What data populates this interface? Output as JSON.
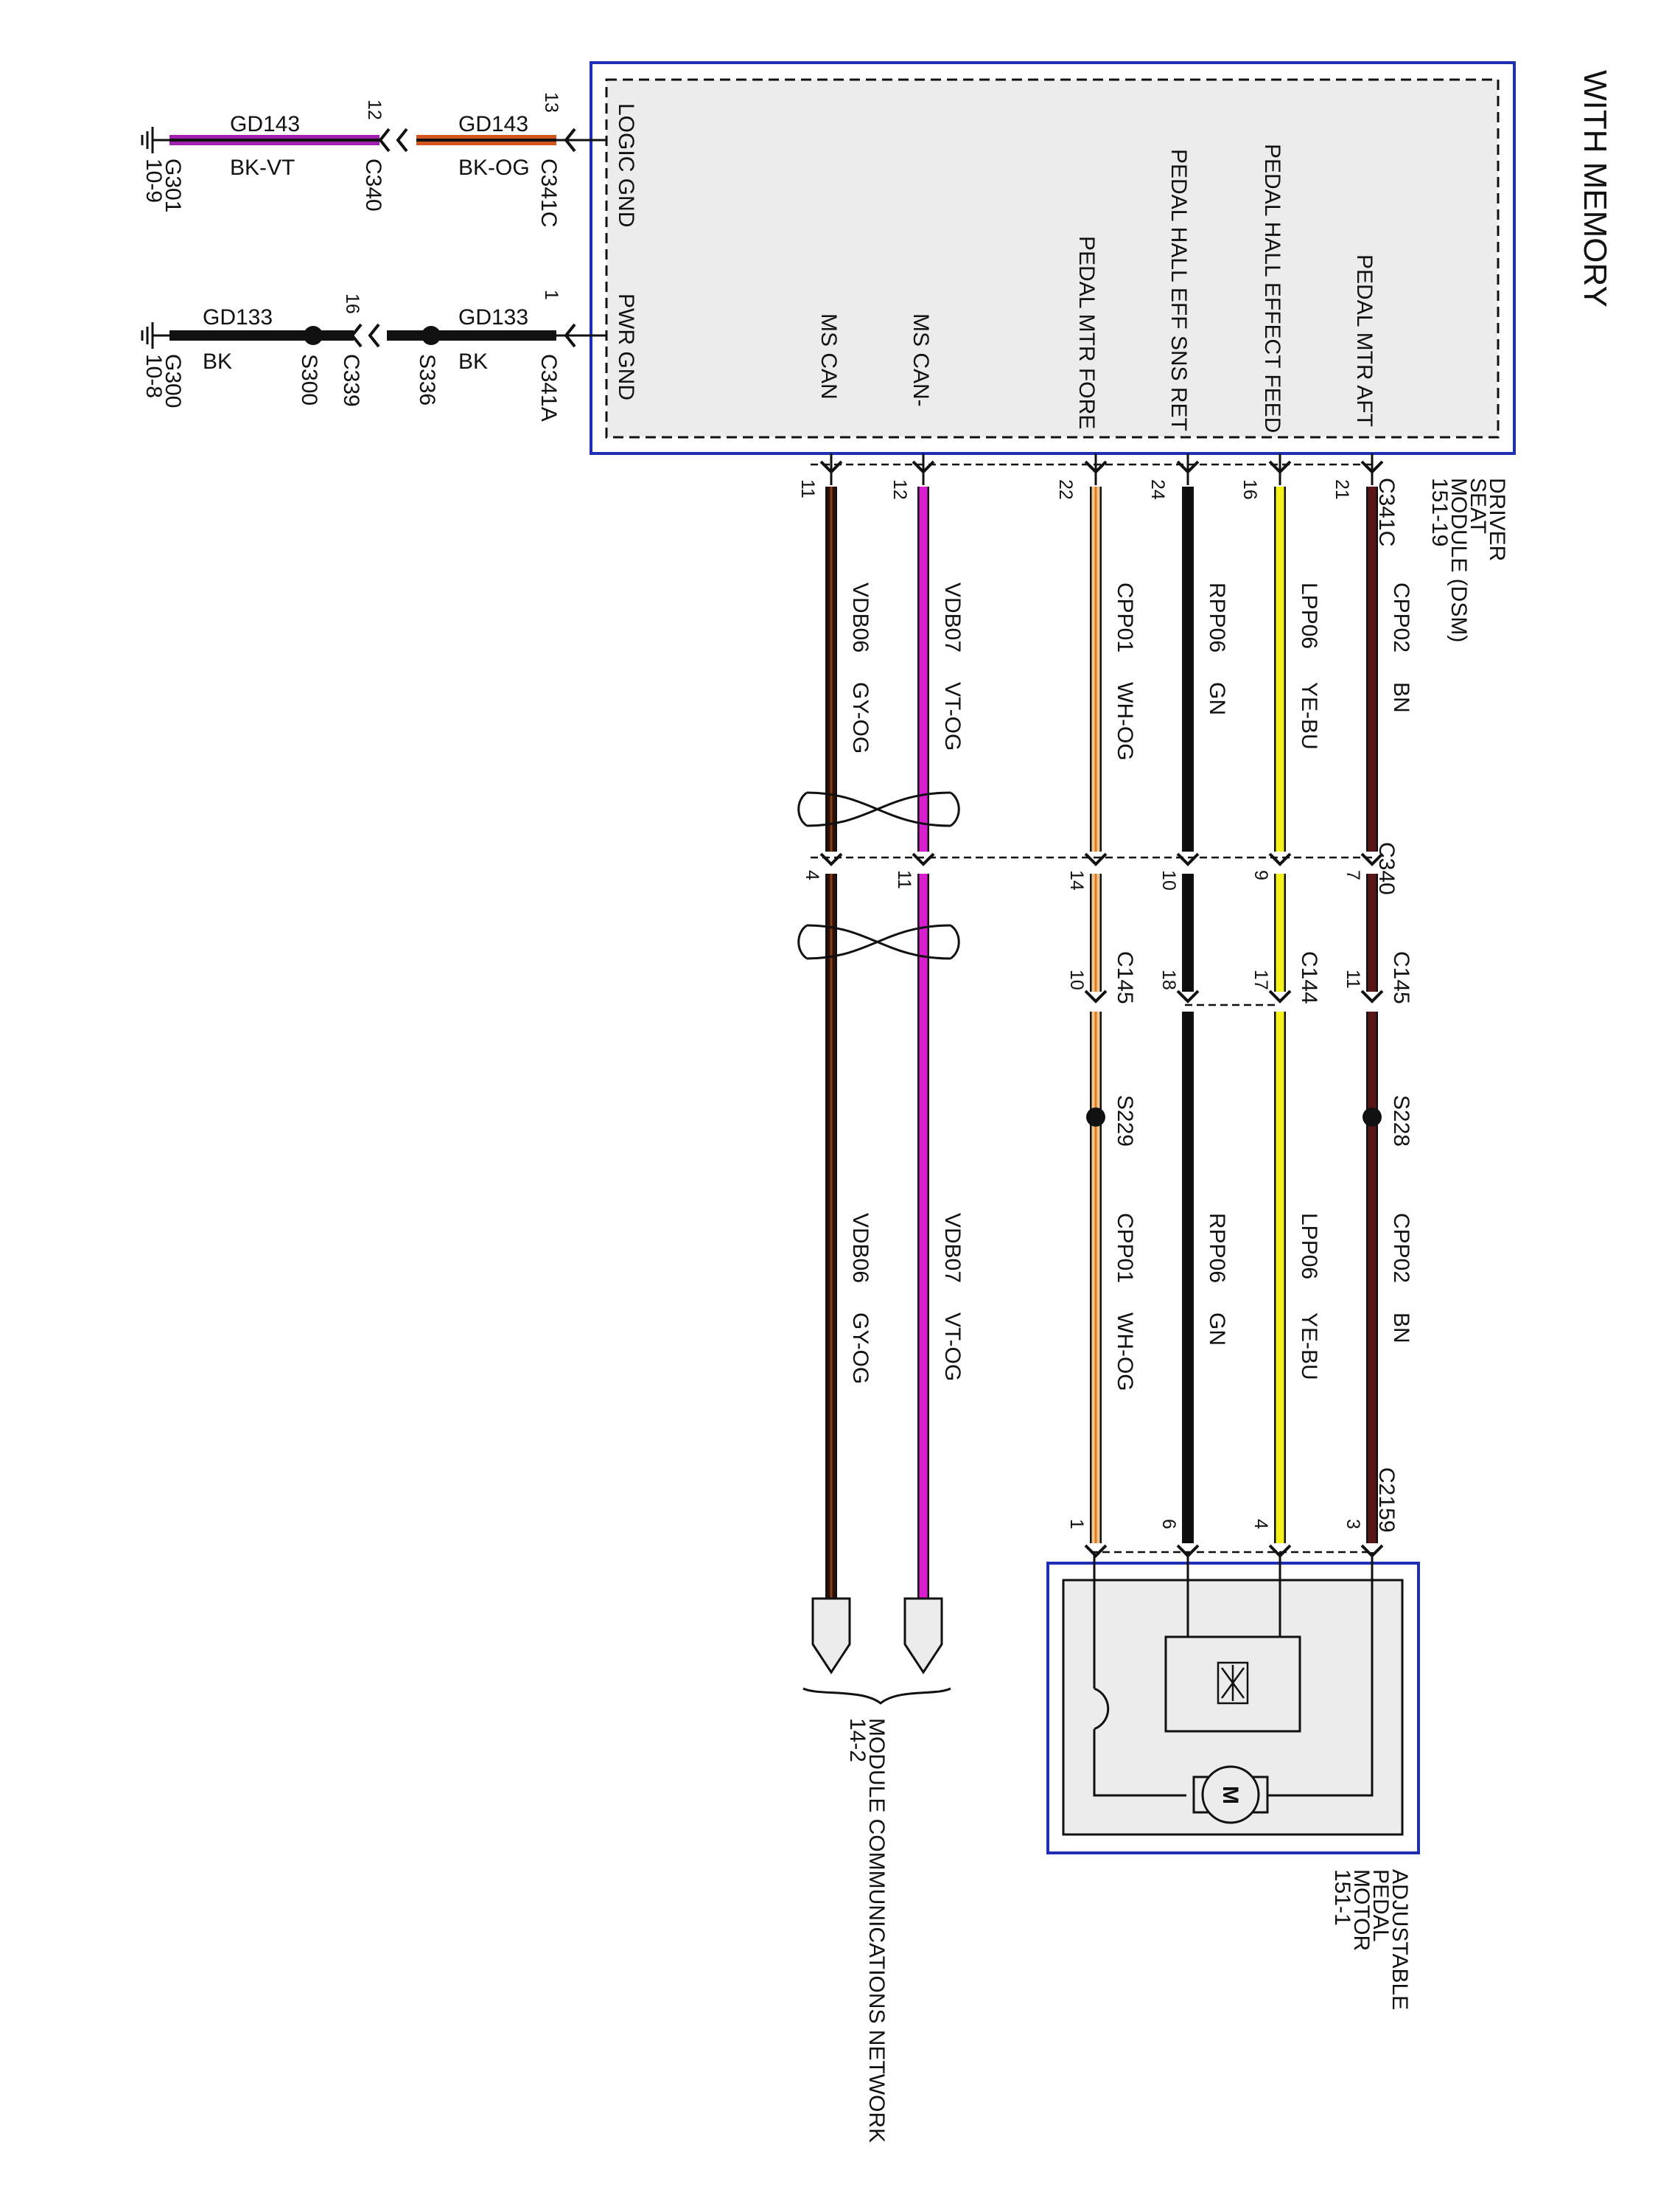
{
  "title": "WITH MEMORY",
  "dsm": {
    "name_lines": [
      "DRIVER",
      "SEAT",
      "MODULE (DSM)",
      "151-19"
    ],
    "connector": "C341C",
    "pins": [
      {
        "label": "PEDAL MTR AFT",
        "pin": "21"
      },
      {
        "label": "PEDAL HALL EFFECT FEED",
        "pin": "16"
      },
      {
        "label": "PEDAL HALL EFF SNS RET",
        "pin": "24"
      },
      {
        "label": "PEDAL MTR FORE",
        "pin": "22"
      },
      {
        "label": "MS CAN-",
        "pin": "12"
      },
      {
        "label": "MS CAN",
        "pin": "11"
      }
    ],
    "ground_pins": [
      {
        "label": "LOGIC GND",
        "pin": "13",
        "connector": "C341C"
      },
      {
        "label": "PWR GND",
        "pin": "1",
        "connector": "C341A"
      }
    ]
  },
  "ground_circuits": [
    {
      "circuit": "GD143",
      "color1": "BK-OG",
      "pin2": "12",
      "connector2": "C340",
      "circuit2": "GD143",
      "color2": "BK-VT",
      "ground": "G301",
      "ref": "10-9"
    },
    {
      "circuit": "GD133",
      "color1": "BK",
      "splice1": "S336",
      "pin2": "16",
      "connector2": "C339",
      "splice2": "S300",
      "circuit2": "GD133",
      "color2": "BK",
      "ground": "G300",
      "ref": "10-8"
    }
  ],
  "wires": [
    {
      "circuit": "CPP02",
      "color": "BN",
      "c340_pin": "7",
      "c145_pin": "11",
      "c145_label": "C145",
      "splice": "S228",
      "c2159_pin": "3",
      "wire_color": "#5a1616",
      "stripe": "#5a1616"
    },
    {
      "circuit": "LPP06",
      "color": "YE-BU",
      "c340_pin": "9",
      "c145_pin": "17",
      "c145_label": "C144",
      "splice": "",
      "c2159_pin": "4",
      "wire_color": "#f4f11c",
      "stripe": "#f4f11c"
    },
    {
      "circuit": "RPP06",
      "color": "GN",
      "c340_pin": "10",
      "c145_pin": "18",
      "c145_label": "",
      "splice": "",
      "c2159_pin": "6",
      "wire_color": "#0d0d0d",
      "stripe": "#0d0d0d"
    },
    {
      "circuit": "CPP01",
      "color": "WH-OG",
      "c340_pin": "14",
      "c145_pin": "10",
      "c145_label": "C145",
      "splice": "S229",
      "c2159_pin": "1",
      "wire_color": "#f2c690",
      "stripe": "#e07a1c"
    },
    {
      "circuit": "VDB07",
      "color": "VT-OG",
      "c340_pin": "11",
      "c145_pin": "",
      "c145_label": "",
      "splice": "",
      "c2159_pin": "",
      "wire_color": "#d81ed0",
      "stripe": "#d81ed0"
    },
    {
      "circuit": "VDB06",
      "color": "GY-OG",
      "c340_pin": "4",
      "c145_pin": "",
      "c145_label": "",
      "splice": "",
      "c2159_pin": "",
      "wire_color": "#2a1208",
      "stripe": "#8b3a12"
    }
  ],
  "connectors": {
    "c340": "C340",
    "c2159": "C2159"
  },
  "motor": {
    "name_lines": [
      "ADJUSTABLE",
      "PEDAL",
      "MOTOR",
      "151-1"
    ],
    "symbol": "M"
  },
  "network": {
    "name": "MODULE COMMUNICATIONS NETWORK",
    "ref": "14-2"
  }
}
